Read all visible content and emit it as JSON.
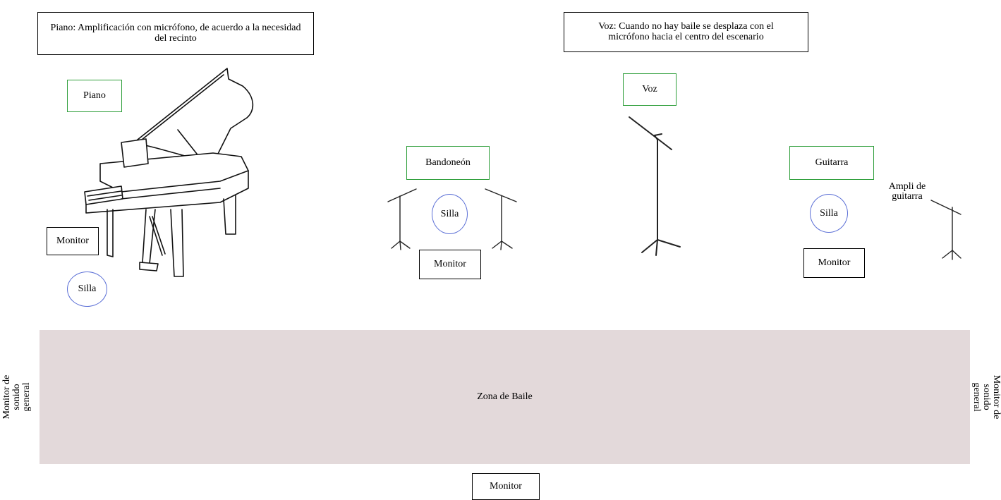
{
  "notes": {
    "piano": "Piano: Amplificación con micrófono, de acuerdo a la necesidad del recinto",
    "voice": "Voz: Cuando no hay baile se desplaza con el micrófono hacia el centro del escenario"
  },
  "instruments": {
    "piano": "Piano",
    "bandoneon": "Bandoneón",
    "voice": "Voz",
    "guitar": "Guitarra"
  },
  "chair": "Silla",
  "monitor": "Monitor",
  "guitar_amp": "Ampli de guitarra",
  "dance_zone": "Zona de Baile",
  "general_monitor": "Monitor de sonido general",
  "colors": {
    "instrument_border": "#2e9e3a",
    "chair_border": "#5b6fd6",
    "dance_zone_fill": "#e3d9da"
  },
  "icons": [
    "grand-piano-icon",
    "mic-stand-icon"
  ]
}
